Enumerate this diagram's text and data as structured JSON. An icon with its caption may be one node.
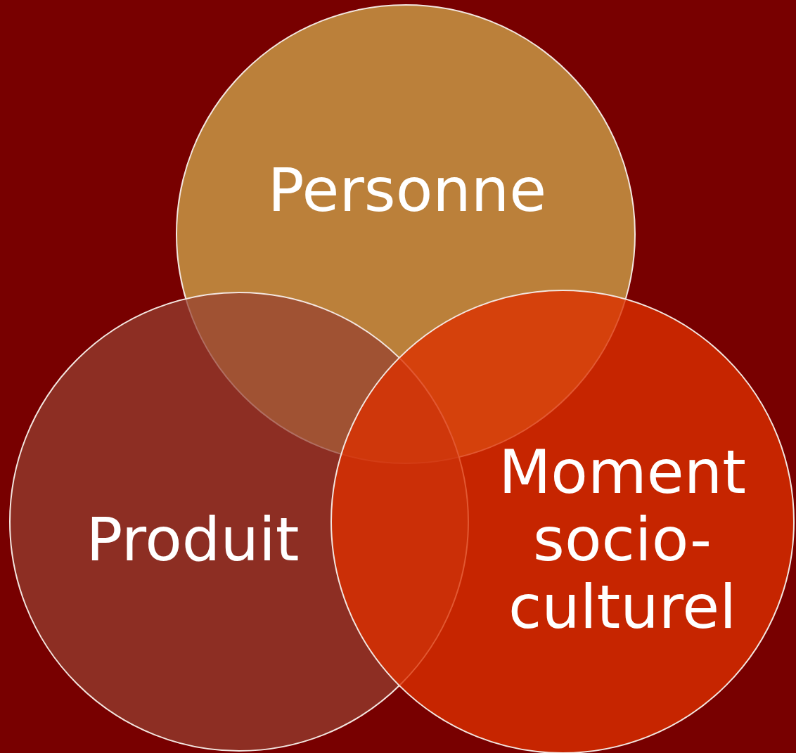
{
  "diagram": {
    "nodes": [
      {
        "text": [
          "Personne"
        ]
      },
      {
        "text": [
          "Produit"
        ]
      },
      {
        "text": [
          "Moment socio-culturel"
        ]
      }
    ]
  }
}
